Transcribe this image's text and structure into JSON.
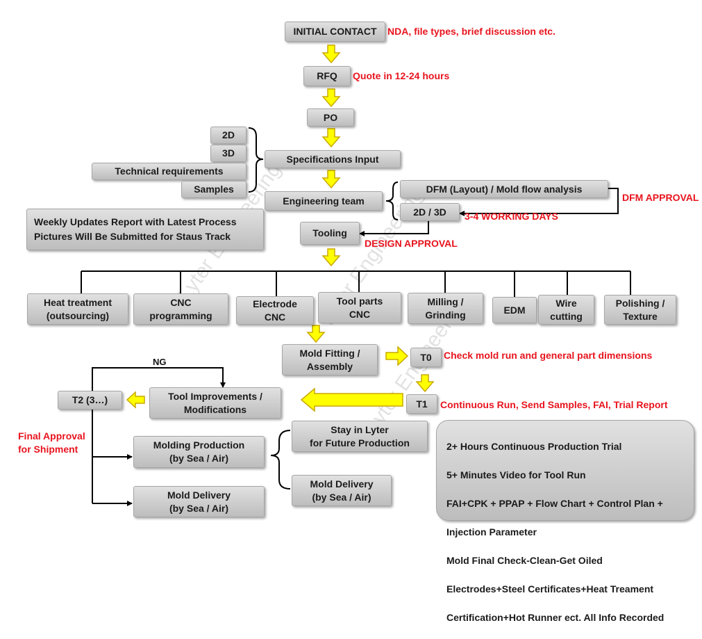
{
  "colors": {
    "box": "#c9c9c9",
    "arrow_fill": "#ffff00",
    "arrow_stroke": "#c9a800",
    "note": "#e8141e",
    "line": "#000000"
  },
  "watermark": "Lyter Engineering",
  "steps": {
    "initial_contact": "INITIAL CONTACT",
    "rfq": "RFQ",
    "po": "PO",
    "spec_input": "Specifications Input",
    "engineering_team": "Engineering team",
    "tooling": "Tooling",
    "dfm": "DFM (Layout) / Mold flow analysis",
    "design_2d3d": "2D / 3D",
    "mold_fitting": "Mold Fitting /\nAssembly",
    "t0": "T0",
    "t1": "T1",
    "tool_improvements": "Tool Improvements /\nModifications",
    "t2": "T2 (3…)",
    "molding_production": "Molding Production\n(by Sea / Air)",
    "mold_delivery_left": "Mold Delivery\n(by Sea / Air)",
    "stay_in_lyter": "Stay in Lyter\nfor Future Production",
    "mold_delivery_right": "Mold Delivery\n(by Sea / Air)"
  },
  "spec_inputs": [
    "2D",
    "3D",
    "Technical requirements",
    "Samples"
  ],
  "weekly_updates": "Weekly Updates Report with Latest Process\nPictures Will Be Submitted for Staus Track",
  "tooling_processes": [
    "Heat treatment\n(outsourcing)",
    "CNC\nprogramming",
    "Electrode\nCNC",
    "Tool parts\nCNC",
    "Milling /\nGrinding",
    "EDM",
    "Wire\ncutting",
    "Polishing /\nTexture"
  ],
  "notes": {
    "initial_contact": "NDA, file types, brief discussion etc.",
    "rfq": "Quote in 12-24 hours",
    "dfm_approval": "DFM APPROVAL",
    "working_days": "3-4 WORKING DAYS",
    "design_approval": "DESIGN APPROVAL",
    "t0": "Check mold run and general part dimensions",
    "t1": "Continuous Run, Send Samples,  FAI, Trial Report",
    "final_approval": "Final Approval\nfor Shipment"
  },
  "ng_label": "NG",
  "trial_requirements": [
    "2+ Hours Continuous Production Trial",
    "5+ Minutes Video for Tool Run",
    "FAI+CPK + PPAP + Flow Chart + Control Plan +",
    "Injection Parameter",
    "Mold Final Check-Clean-Get Oiled",
    "Electrodes+Steel Certificates+Heat Treament",
    "Certification+Hot Runner ect. All Info  Recorded"
  ]
}
